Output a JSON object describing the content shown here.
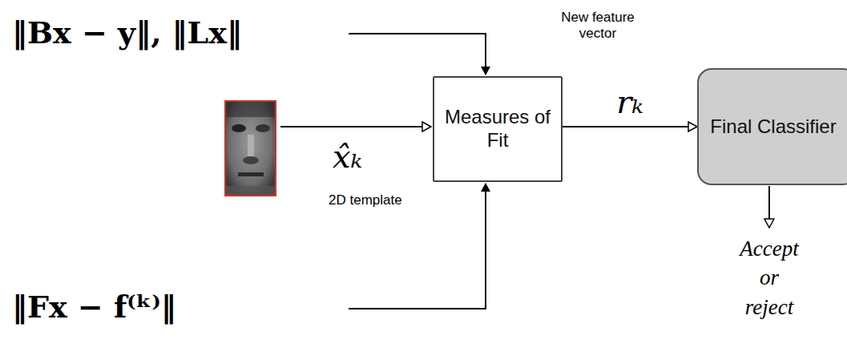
{
  "diagram": {
    "nodes": [
      {
        "text": [
          "Measures of Fit"
        ]
      },
      {
        "text": [
          "Final Classifier"
        ]
      }
    ],
    "edges": [
      {
        "from": 0,
        "to": 1,
        "arrow": "to",
        "label": "rₖ"
      }
    ],
    "labels": [
      "‖Bx − y‖, ‖Lx‖",
      "x̂ₖ",
      "2D template",
      "‖Fx − f⁽ᵏ⁾‖",
      "New feature vector",
      "Accept or reject"
    ]
  }
}
